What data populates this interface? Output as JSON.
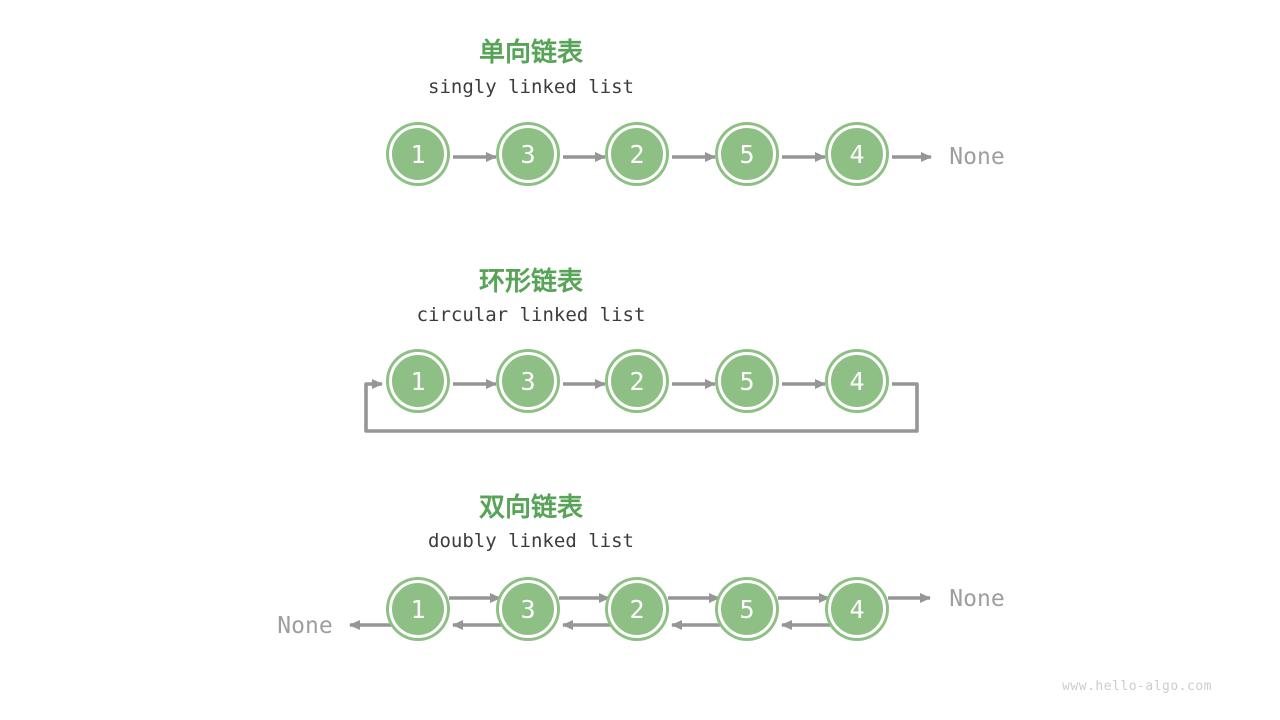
{
  "page": {
    "watermark": "www.hello-algo.com"
  },
  "palette": {
    "node_green": "#8EC085",
    "title_green": "#57A357",
    "arrow_gray": "#969696",
    "subtitle_dark": "#3C3C3C",
    "none_gray": "#9E9E9E",
    "watermark_gray": "#CCCCCC"
  },
  "lists": [
    {
      "id": "singly",
      "title_zh": "单向链表",
      "title_en": "singly linked list",
      "nodes": [
        "1",
        "3",
        "2",
        "5",
        "4"
      ],
      "tail_label": "None"
    },
    {
      "id": "circular",
      "title_zh": "环形链表",
      "title_en": "circular linked list",
      "nodes": [
        "1",
        "3",
        "2",
        "5",
        "4"
      ]
    },
    {
      "id": "doubly",
      "title_zh": "双向链表",
      "title_en": "doubly linked list",
      "nodes": [
        "1",
        "3",
        "2",
        "5",
        "4"
      ],
      "head_label": "None",
      "tail_label": "None"
    }
  ]
}
